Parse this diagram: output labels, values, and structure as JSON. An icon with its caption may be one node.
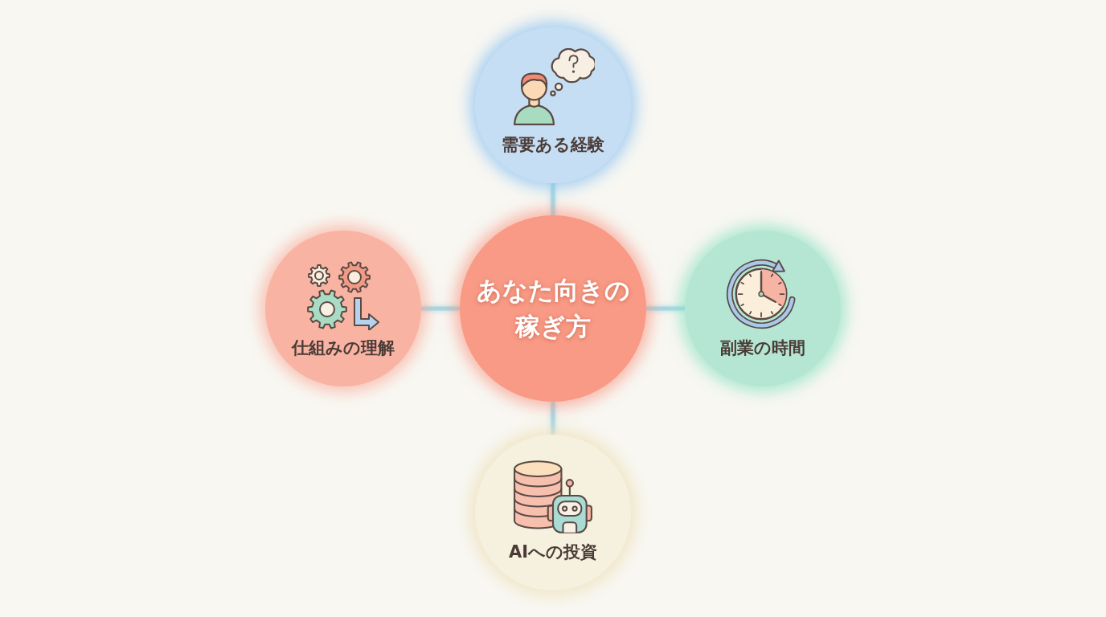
{
  "diagram": {
    "nodes": [
      {
        "text": [
          "需要ある経験"
        ]
      },
      {
        "text": [
          "仕組みの理解"
        ]
      },
      {
        "text": [
          "あなた向きの稼ぎ方"
        ]
      },
      {
        "text": [
          "副業の時間"
        ]
      },
      {
        "text": [
          "AIへの投資"
        ]
      }
    ],
    "edges": [
      {
        "from": 2,
        "to": 0,
        "arrow": "none"
      },
      {
        "from": 2,
        "to": 1,
        "arrow": "none"
      },
      {
        "from": 2,
        "to": 3,
        "arrow": "none"
      },
      {
        "from": 2,
        "to": 4,
        "arrow": "none"
      }
    ]
  }
}
